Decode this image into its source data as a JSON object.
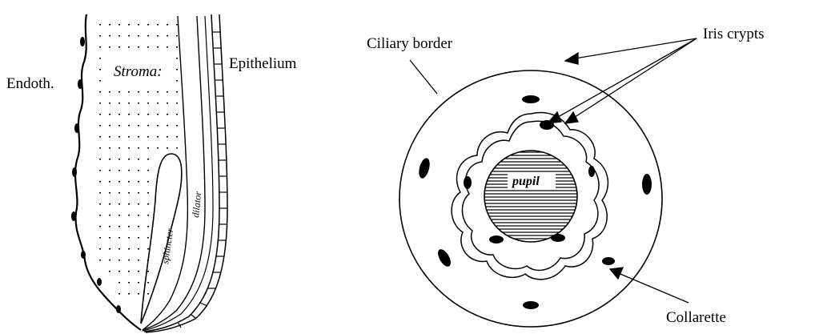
{
  "left_figure": {
    "labels": {
      "endothelium": "Endoth.",
      "stroma": "Stroma",
      "stroma_suffix": ":",
      "epithelium": "Epithelium",
      "sphincter": "sphincter",
      "dilator": "dilator"
    }
  },
  "right_figure": {
    "labels": {
      "ciliary_border": "Ciliary border",
      "iris_crypts": "Iris crypts",
      "pupil": "pupil",
      "collarette": "Collarette"
    }
  }
}
